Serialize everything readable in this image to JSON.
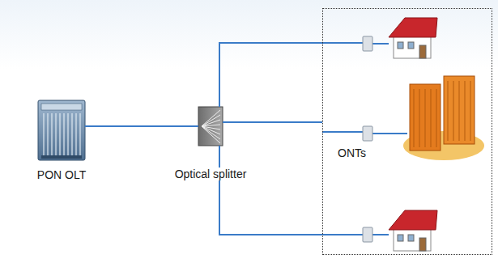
{
  "diagram": {
    "nodes": [
      {
        "text": [
          "PON OLT"
        ]
      },
      {
        "text": [
          "Optical splitter"
        ]
      },
      {
        "text": [
          "ONTs"
        ]
      }
    ],
    "edges": [
      {
        "from": 0,
        "to": 1,
        "arrow": "none"
      },
      {
        "from": 1,
        "to": 2,
        "arrow": "none"
      }
    ]
  }
}
